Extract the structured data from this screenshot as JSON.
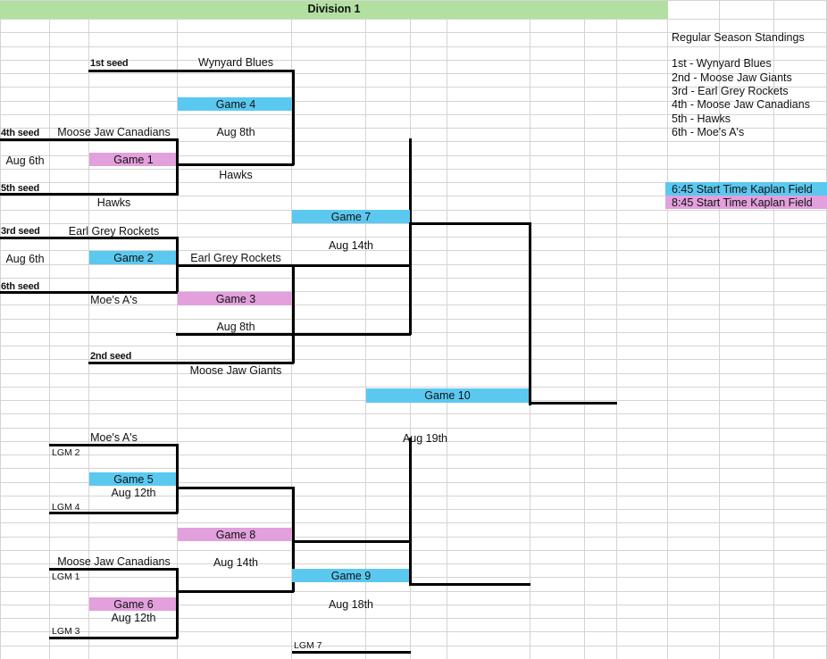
{
  "header": {
    "title": "Division 1"
  },
  "standings": {
    "title": "Regular Season Standings",
    "rows": [
      "1st - Wynyard Blues",
      "2nd - Moose Jaw Giants",
      "3rd - Earl Grey Rockets",
      "4th - Moose Jaw Canadians",
      "5th - Hawks",
      "6th - Moe's A's"
    ]
  },
  "legend": [
    {
      "label": "6:45 Start Time Kaplan Field",
      "color": "#5bc8f0"
    },
    {
      "label": "8:45 Start Time Kaplan Field",
      "color": "#e2a0dc"
    }
  ],
  "colors": {
    "header_green": "#b2e0a0",
    "game_blue": "#5bc8f0",
    "game_pink": "#e2a0dc",
    "grid_line": "#d4d4d4",
    "bracket_line": "#000000"
  },
  "seeds": [
    {
      "label": "1st seed"
    },
    {
      "label": "4th seed"
    },
    {
      "label": "5th seed"
    },
    {
      "label": "3rd seed"
    },
    {
      "label": "6th seed"
    },
    {
      "label": "2nd seed"
    }
  ],
  "teams": {
    "top_1st": "Wynyard Blues",
    "g1_top": "Moose Jaw Canadians",
    "g1_bottom": "Hawks",
    "g4_winner": "Hawks",
    "g2_top": "Earl Grey Rockets",
    "g2_bottom": "Moe's A's",
    "g3_top": "Earl Grey Rockets",
    "bottom_2nd": "Moose Jaw Giants",
    "g5_top": "Moe's A's",
    "g6_top": "Moose Jaw Canadians"
  },
  "slots": {
    "lgm2": "LGM 2",
    "lgm4": "LGM 4",
    "lgm1": "LGM 1",
    "lgm3": "LGM 3",
    "lgm7": "LGM 7"
  },
  "games": [
    {
      "id": "game1",
      "label": "Game 1",
      "color": "pink",
      "date": ""
    },
    {
      "id": "game2",
      "label": "Game 2",
      "color": "blue",
      "date": ""
    },
    {
      "id": "game3",
      "label": "Game 3",
      "color": "pink",
      "date": "Aug 8th"
    },
    {
      "id": "game4",
      "label": "Game 4",
      "color": "blue",
      "date": "Aug 8th"
    },
    {
      "id": "game5",
      "label": "Game 5",
      "color": "blue",
      "date": "Aug 12th"
    },
    {
      "id": "game6",
      "label": "Game 6",
      "color": "pink",
      "date": "Aug 12th"
    },
    {
      "id": "game7",
      "label": "Game 7",
      "color": "blue",
      "date": "Aug 14th"
    },
    {
      "id": "game8",
      "label": "Game 8",
      "color": "pink",
      "date": "Aug 14th"
    },
    {
      "id": "game9",
      "label": "Game 9",
      "color": "blue",
      "date": "Aug 18th"
    },
    {
      "id": "game10",
      "label": "Game 10",
      "color": "blue",
      "date": "Aug 19th"
    }
  ],
  "dates": {
    "g1_date": "Aug 6th",
    "g2_date": "Aug 6th"
  }
}
